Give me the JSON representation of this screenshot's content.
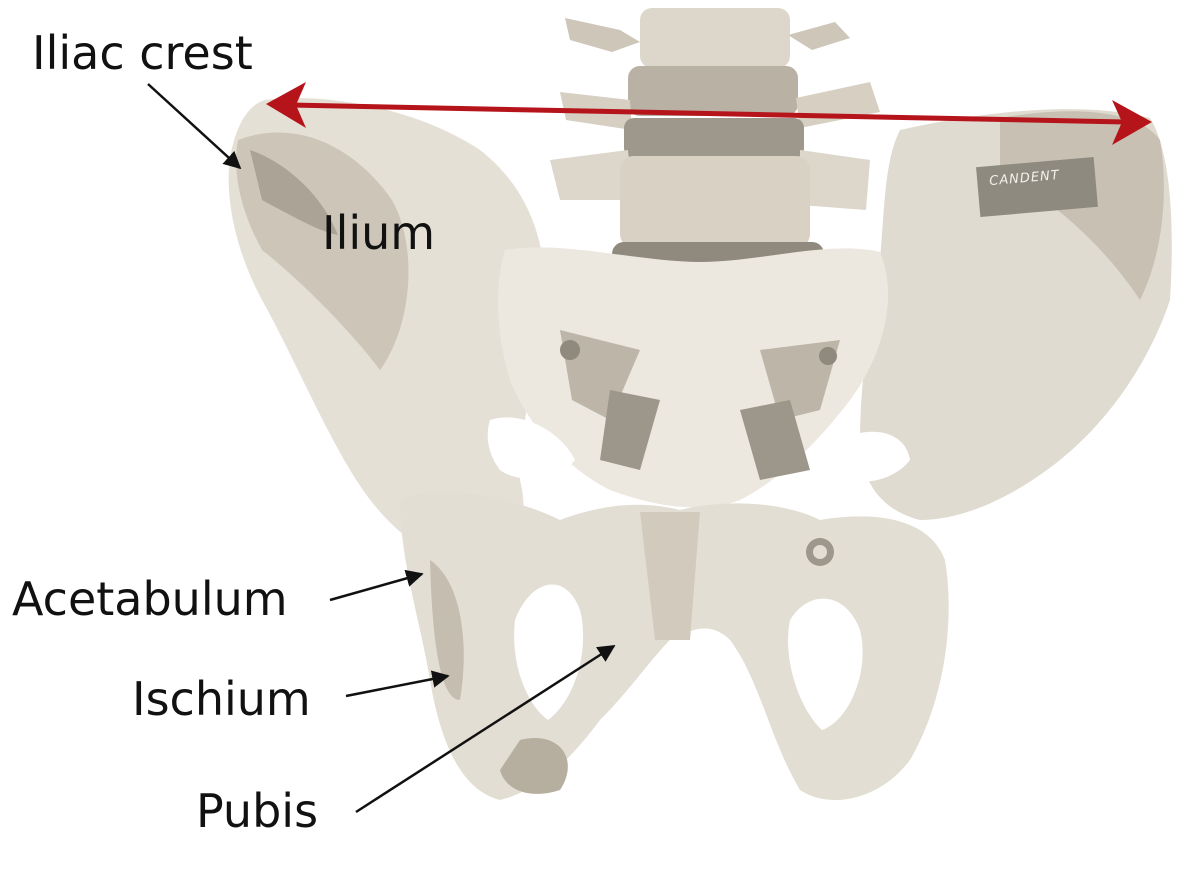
{
  "labels": {
    "iliac_crest": "Iliac crest",
    "ilium": "Ilium",
    "acetabulum": "Acetabulum",
    "ischium": "Ischium",
    "pubis": "Pubis"
  },
  "bone_stamp": "CANDENT",
  "colors": {
    "bone_light": "#e7e2d8",
    "bone_mid": "#d3ccbf",
    "bone_shadow": "#aaa397",
    "bone_dark": "#8f897e",
    "measure_arrow": "#b5141a",
    "pointer_arrow": "#111111"
  }
}
